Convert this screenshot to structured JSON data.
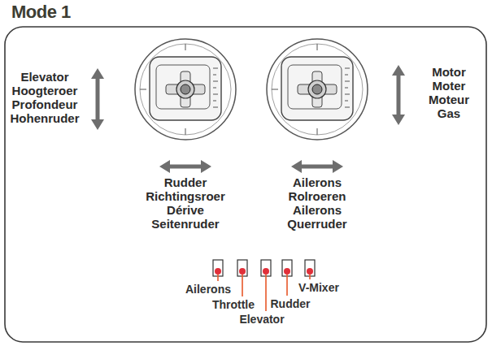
{
  "diagram": {
    "title": "Mode 1",
    "labels": [
      "Elevator",
      "Hoogteroer",
      "Profondeur",
      "Hohenruder",
      "Motor",
      "Moter",
      "Moteur",
      "Gas",
      "Rudder",
      "Richtingsroer",
      "Dérive",
      "Seitenruder",
      "Ailerons",
      "Rolroeren",
      "Ailerons",
      "Querruder",
      "Ailerons",
      "Throttle",
      "Elevator",
      "Rudder",
      "V-Mixer"
    ]
  }
}
